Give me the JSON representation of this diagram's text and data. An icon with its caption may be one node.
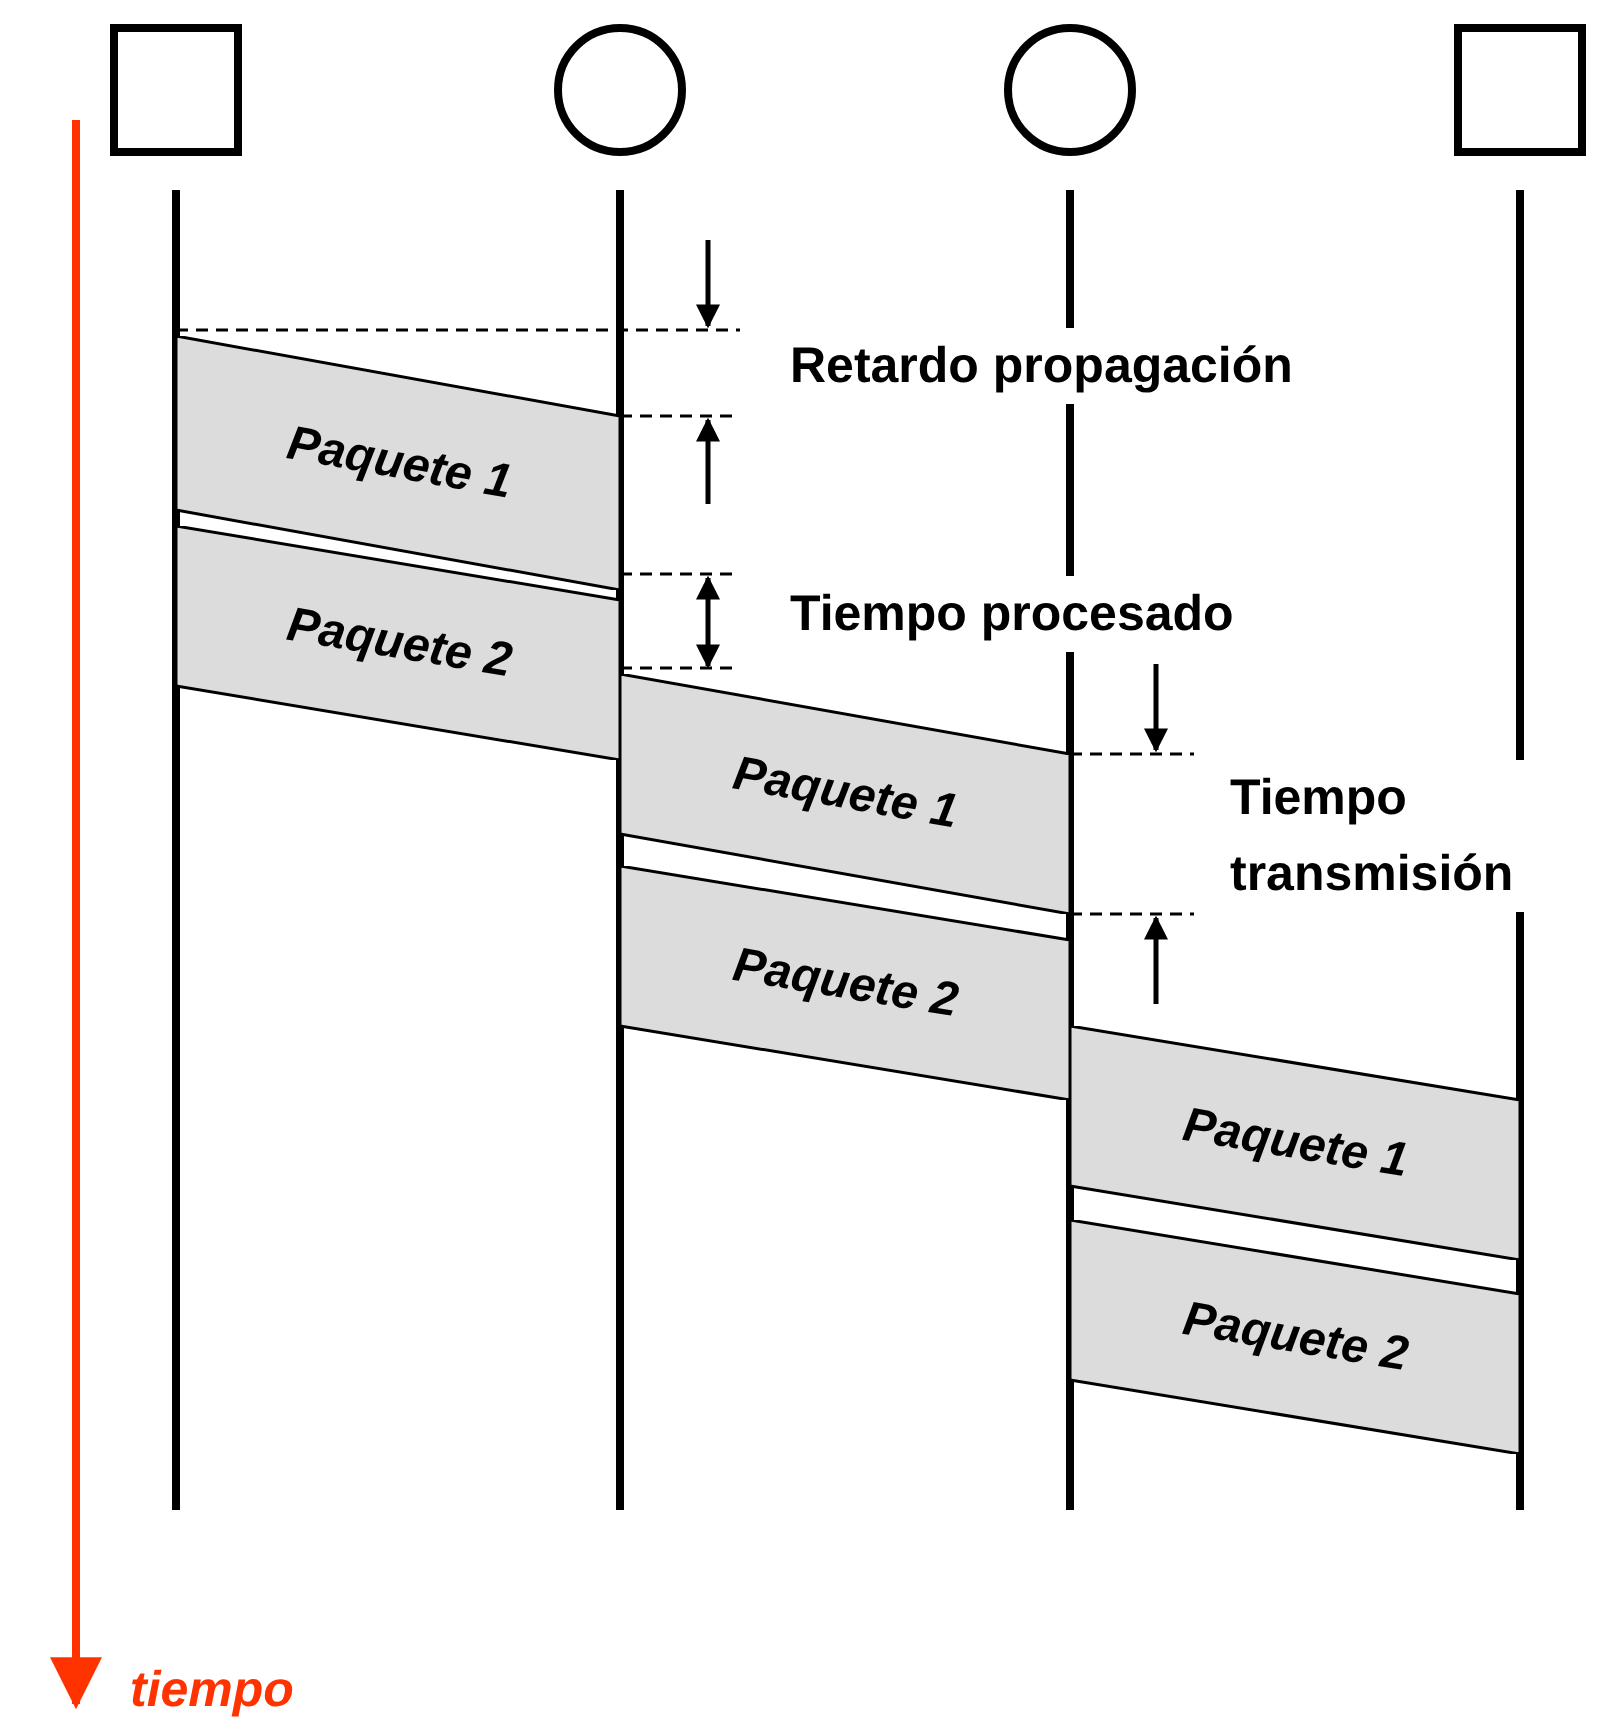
{
  "diagram": {
    "nodes": [
      {
        "text": [],
        "shape": "box"
      },
      {
        "text": [],
        "shape": "circle"
      },
      {
        "text": [],
        "shape": "circle"
      },
      {
        "text": [],
        "shape": "box"
      },
      {
        "text": [
          "Paquete 1"
        ]
      },
      {
        "text": [
          "Paquete 2"
        ]
      },
      {
        "text": [
          "Paquete 1"
        ]
      },
      {
        "text": [
          "Paquete 2"
        ]
      },
      {
        "text": [
          "Paquete 1"
        ]
      },
      {
        "text": [
          "Paquete 2"
        ]
      }
    ],
    "labels": [
      "Retardo propagación",
      "Tiempo procesado",
      "Tiempo transmisión",
      "tiempo"
    ]
  }
}
